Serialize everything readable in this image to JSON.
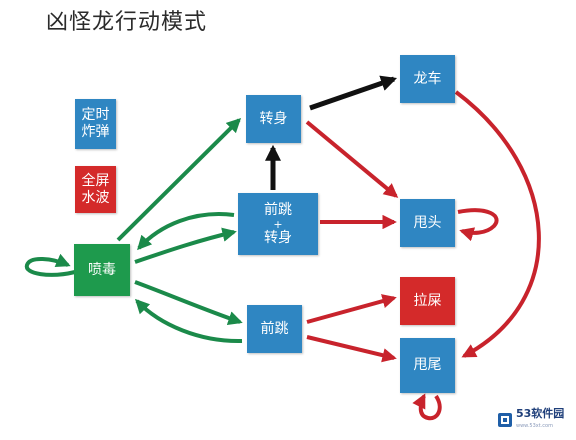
{
  "title": "凶怪龙行动模式",
  "colors": {
    "blue": "#2f86c2",
    "red": "#d42a2a",
    "green": "#1e9a4d",
    "arrow_green": "#1b8a4a",
    "arrow_red": "#c8232c",
    "arrow_black": "#111111"
  },
  "legend": {
    "timed_bomb": [
      "定时",
      "炸弹"
    ],
    "full_screen_wave": [
      "全屏",
      "水波"
    ]
  },
  "nodes": {
    "poison": "喷毒",
    "turn": "转身",
    "leap_turn": [
      "前跳",
      "+",
      "转身"
    ],
    "leap": "前跳",
    "dragon_car": "龙车",
    "head_swing": "甩头",
    "poop": "拉屎",
    "tail_swing": "甩尾"
  },
  "watermark": {
    "brand": "53软件园",
    "url": "www.53xt.com",
    "icon": "logo-cube-icon"
  }
}
